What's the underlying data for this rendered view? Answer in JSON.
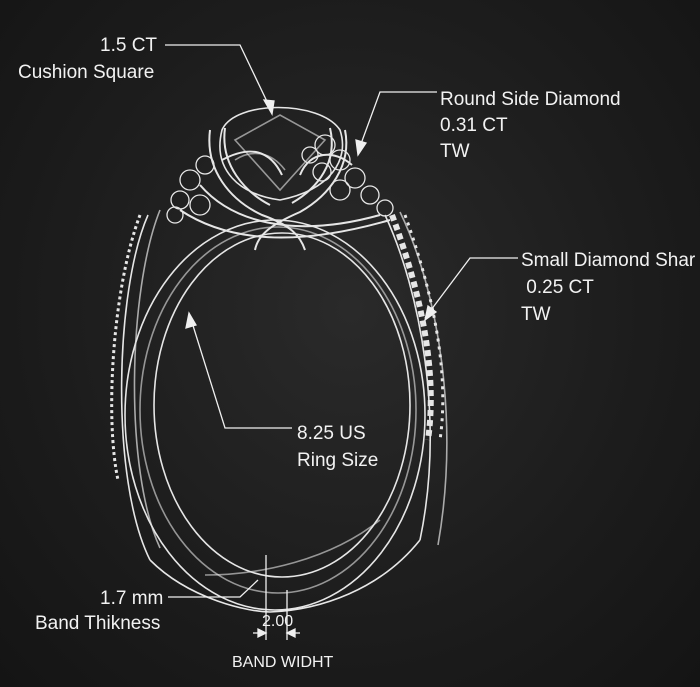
{
  "labels": {
    "center_stone": {
      "line1": "1.5 CT",
      "line2": "Cushion Square"
    },
    "side_diamond": {
      "line1": "Round Side Diamond",
      "line2": "0.31 CT",
      "line3": "TW"
    },
    "shank_diamond": {
      "line1": "Small Diamond Shar",
      "line2": " 0.25 CT",
      "line3": "TW"
    },
    "ring_size": {
      "line1": "8.25 US",
      "line2": "Ring Size"
    },
    "band_thickness": {
      "line1": "1.7 mm",
      "line2": "Band Thikness"
    },
    "band_width": {
      "value": "2.00",
      "label": "BAND WIDHT"
    }
  },
  "colors": {
    "background": "#1c1c1c",
    "line": "#e8e8e8"
  }
}
